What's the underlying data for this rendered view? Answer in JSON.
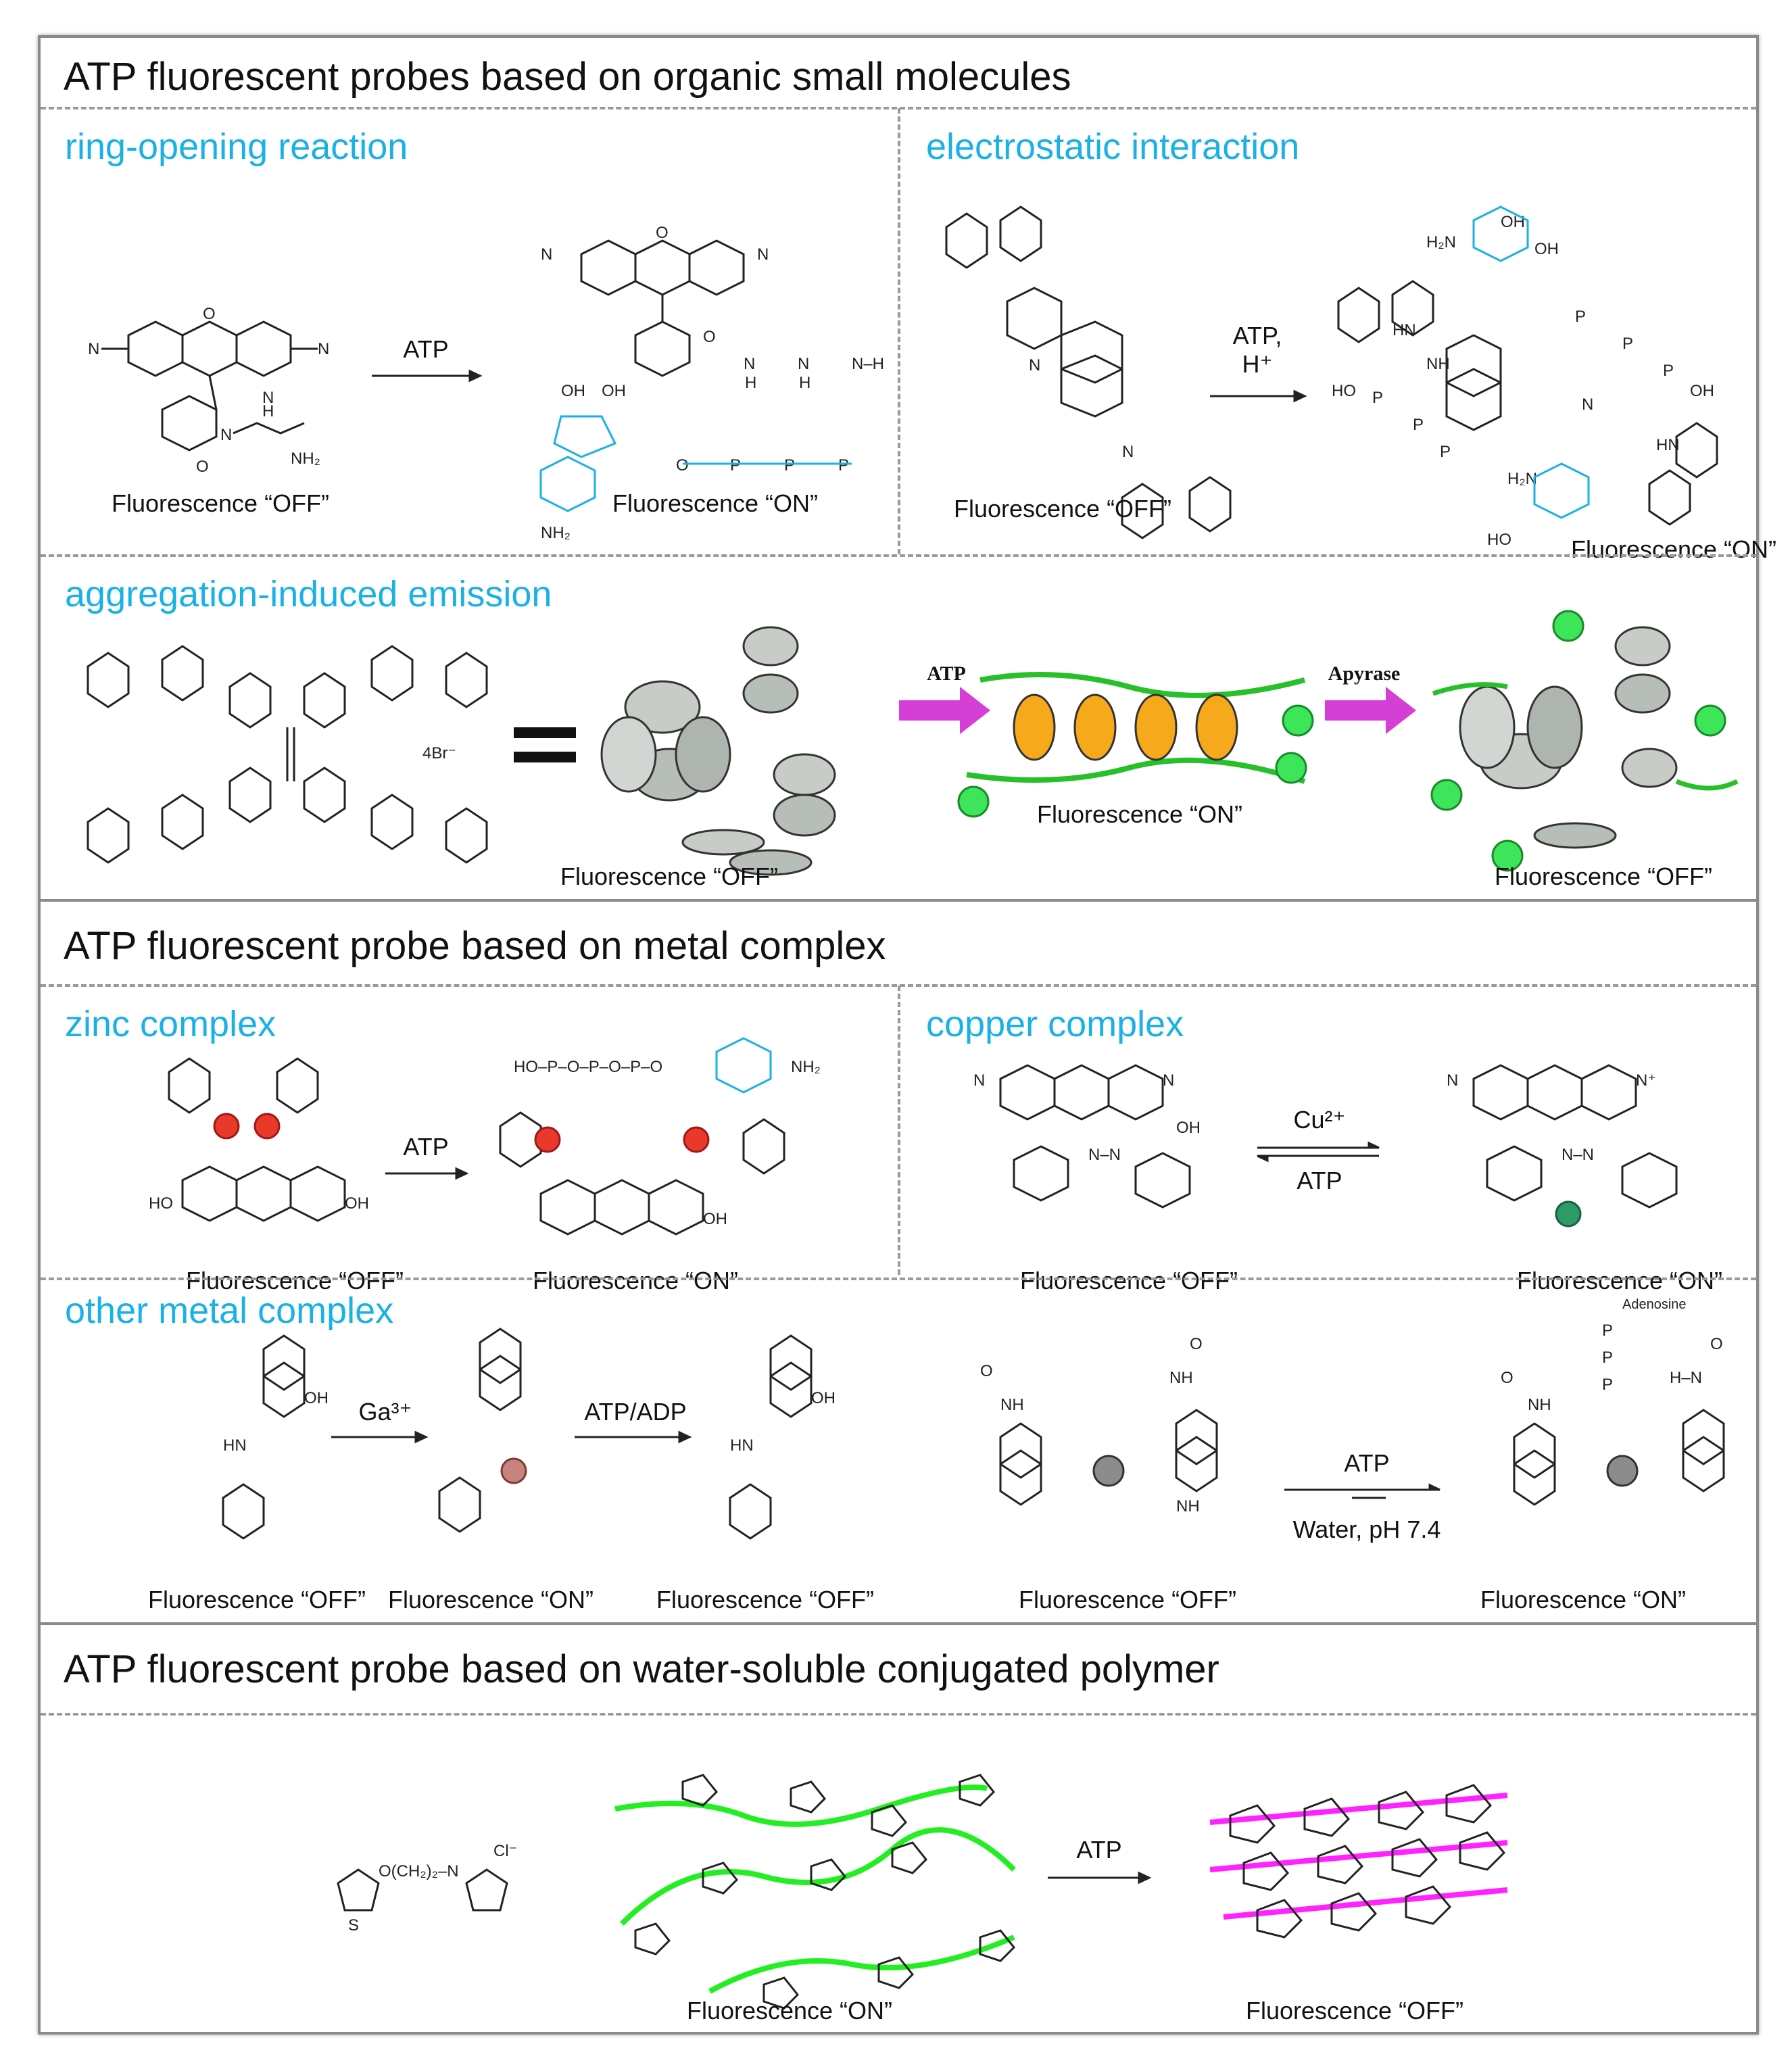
{
  "sections": [
    {
      "title": "ATP fluorescent probes based on organic small molecules"
    },
    {
      "title": "ATP fluorescent probe based on metal complex"
    },
    {
      "title": "ATP fluorescent probe based on water-soluble conjugated polymer"
    }
  ],
  "panels": {
    "ring_opening": {
      "title": "ring-opening reaction",
      "arrow": "ATP",
      "left_label": "Fluorescence “OFF”",
      "right_label": "Fluorescence “ON”"
    },
    "electrostatic": {
      "title": "electrostatic interaction",
      "arrow": "ATP,",
      "arrow2": "H⁺",
      "left_label": "Fluorescence “OFF”",
      "right_label": "Fluorescence “ON”"
    },
    "aie": {
      "title": "aggregation-induced emission",
      "counterion": "4Br⁻",
      "arrow1": "ATP",
      "arrow2": "Apyrase",
      "left_label": "Fluorescence “OFF”",
      "mid_label": "Fluorescence “ON”",
      "right_label": "Fluorescence “OFF”"
    },
    "zinc": {
      "title": "zinc complex",
      "arrow": "ATP",
      "left_label": "Fluorescence “OFF”",
      "right_label": "Fluorescence “ON”"
    },
    "copper": {
      "title": "copper complex",
      "arrow_top": "Cu²⁺",
      "arrow_bottom": "ATP",
      "left_label": "Fluorescence “OFF”",
      "right_label": "Fluorescence “ON”"
    },
    "other": {
      "title": "other metal complex",
      "arrow1": "Ga³⁺",
      "arrow2": "ATP/ADP",
      "label1": "Fluorescence “OFF”",
      "label2": "Fluorescence “ON”",
      "label3": "Fluorescence “OFF”",
      "arrow3_top": "ATP",
      "arrow3_bottom": "Water, pH 7.4",
      "label4": "Fluorescence “OFF”",
      "label5": "Fluorescence “ON”",
      "adenosine": "Adenosine"
    },
    "polymer": {
      "arrow": "ATP",
      "left_label": "Fluorescence “ON”",
      "right_label": "Fluorescence “OFF”"
    }
  },
  "colors": {
    "subtitle": "#1ab1e6",
    "polymer_on": "#22ee22",
    "polymer_off": "#ff22ff",
    "aie_arrow": "#d63fd6"
  }
}
